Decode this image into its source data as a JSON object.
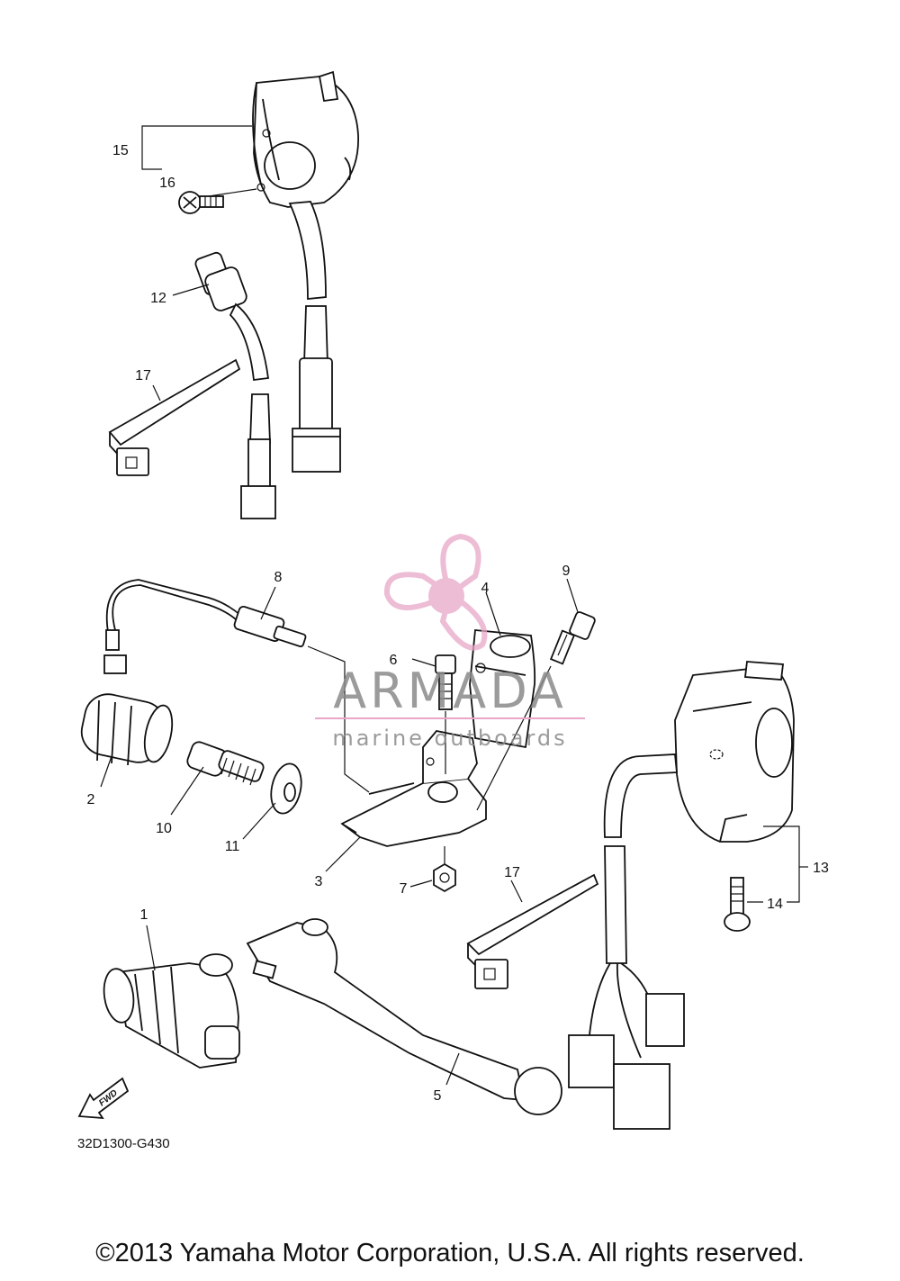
{
  "callouts": {
    "c1": "1",
    "c2": "2",
    "c3": "3",
    "c4": "4",
    "c5": "5",
    "c6": "6",
    "c7": "7",
    "c8": "8",
    "c9": "9",
    "c10": "10",
    "c11": "11",
    "c12": "12",
    "c13": "13",
    "c14": "14",
    "c15": "15",
    "c16": "16",
    "c17a": "17",
    "c17b": "17"
  },
  "fwd_label": "FWD",
  "diagram_code": "32D1300-G430",
  "watermark": {
    "name": "ARMADA",
    "tagline": "marine outboards",
    "colors": {
      "logo_pink": "#e8a6c8",
      "text_gray": "#8a8a8a"
    }
  },
  "copyright": "©2013 Yamaha Motor Corporation, U.S.A. All rights reserved.",
  "colors": {
    "line": "#111111",
    "background": "#ffffff"
  }
}
